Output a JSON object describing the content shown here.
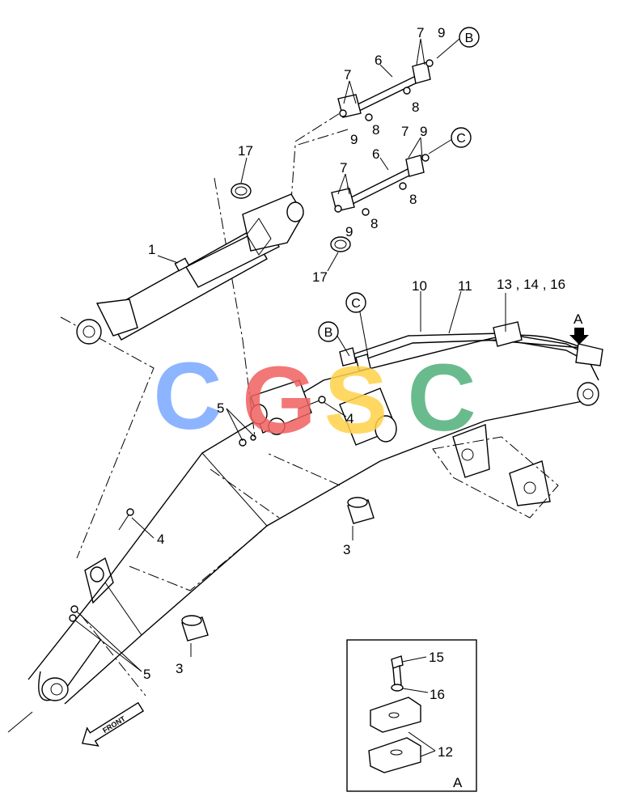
{
  "part_labels": {
    "p1": "1",
    "p3a": "3",
    "p3b": "3",
    "p4a": "4",
    "p4b": "4",
    "p5a": "5",
    "p5b": "5",
    "p6a": "6",
    "p6b": "6",
    "p7a": "7",
    "p7b": "7",
    "p7c": "7",
    "p7d": "7",
    "p8a": "8",
    "p8b": "8",
    "p8c": "8",
    "p8d": "8",
    "p9a": "9",
    "p9b": "9",
    "p9c": "9",
    "p9d": "9",
    "p10": "10",
    "p11": "11",
    "p12": "12",
    "p13": "13 , 14 , 16",
    "p15": "15",
    "p16": "16",
    "p17a": "17",
    "p17b": "17"
  },
  "callouts": {
    "b1": "B",
    "b2": "B",
    "c1": "C",
    "c2": "C"
  },
  "view_marker": "A",
  "inset_label": "A",
  "front_label": "FRONT",
  "watermark": {
    "letters": [
      "C",
      "G",
      "S",
      "C"
    ],
    "colors": [
      "#7aa7ff",
      "#f06060",
      "#ffd24a",
      "#4fb07a"
    ]
  }
}
